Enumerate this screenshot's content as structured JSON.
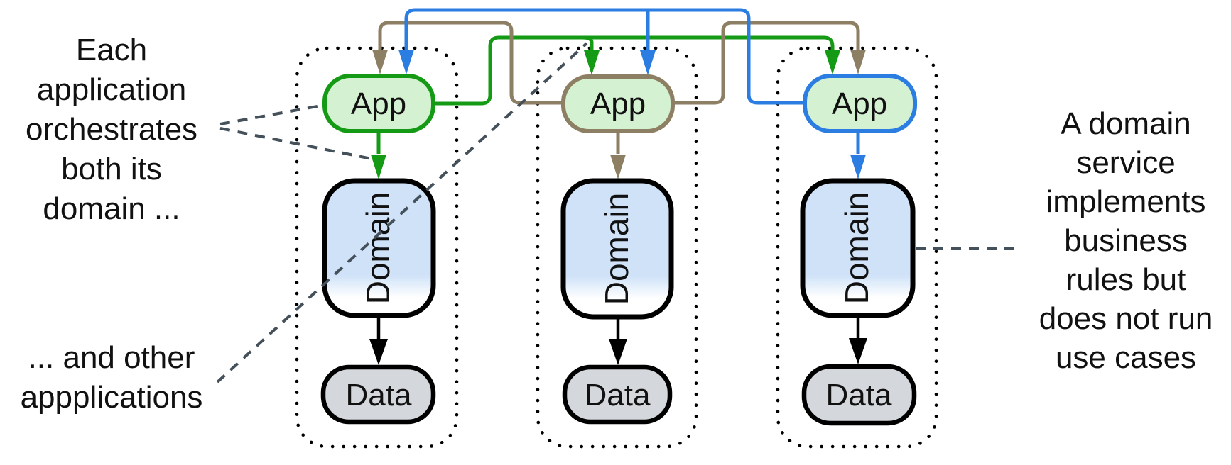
{
  "colors": {
    "green": "#159a15",
    "brown": "#8d7f63",
    "blue": "#2b7de2",
    "app_fill": "#d4f1d2",
    "domain_fill_top": "#cfe2f8",
    "data_fill": "#d4d7dc",
    "box_border": "#000000",
    "leader_dash": "#44505a",
    "text": "#111111"
  },
  "silos": [
    {
      "app": "App",
      "domain": "Domain",
      "data": "Data",
      "accent": "#159a15"
    },
    {
      "app": "App",
      "domain": "Domain",
      "data": "Data",
      "accent": "#8d7f63"
    },
    {
      "app": "App",
      "domain": "Domain",
      "data": "Data",
      "accent": "#2b7de2"
    }
  ],
  "annotations": {
    "left_top": [
      "Each",
      "application",
      "orchestrates",
      "both its",
      "domain ..."
    ],
    "left_bottom": [
      "... and other",
      "appplications"
    ],
    "right": [
      "A domain",
      "service",
      "implements",
      "business",
      "rules but",
      "does not run",
      "use cases"
    ]
  }
}
